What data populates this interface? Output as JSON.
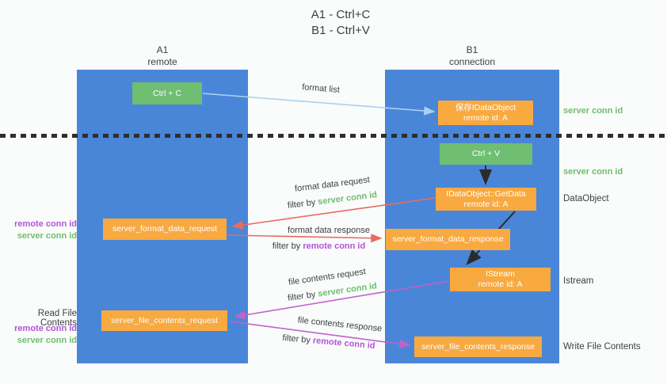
{
  "colors": {
    "bg": "#fafbfb",
    "column-blue": "#4a86d8",
    "box-green": "#6fbe72",
    "box-orange": "#f8a940",
    "arrow-blue": "#a8d2f0",
    "arrow-red": "#e76c60",
    "arrow-magenta": "#c062c9",
    "arrow-black": "#2b2b2b",
    "label-green": "#6cbf6e",
    "label-purple": "#b056d6",
    "text-dark": "#3d4043",
    "divider": "#2e2e2e"
  },
  "title": {
    "line1": "A1 - Ctrl+C",
    "line2": "B1 - Ctrl+V"
  },
  "lanes": {
    "left": {
      "id": "A1",
      "subtitle": "remote"
    },
    "right": {
      "id": "B1",
      "subtitle": "connection"
    }
  },
  "nodes": {
    "ctrl_c": {
      "label": "Ctrl + C"
    },
    "ctrl_v": {
      "label": "Ctrl + V"
    },
    "save_dataobject": {
      "line1": "保存IDataObject",
      "line2": "remote id: A"
    },
    "getdata": {
      "line1": "IDataObject::GetData",
      "line2": "remote id: A"
    },
    "istream": {
      "line1": "IStream",
      "line2": "remote id: A"
    },
    "server_format_data_request": {
      "label": "server_format_data_request"
    },
    "server_format_data_response": {
      "label": "server_format_data_response"
    },
    "server_file_contents_request": {
      "label": "server_file_contents_request"
    },
    "server_file_contents_response": {
      "label": "server_file_contents_response"
    }
  },
  "flow_labels": {
    "format_list": "format list",
    "format_data_request": "format data request",
    "format_data_response": "format data response",
    "file_contents_request": "file contents request",
    "file_contents_response": "file contents response",
    "filter_by": "filter by",
    "server_conn_id": "server conn id",
    "remote_conn_id": "remote conn id"
  },
  "margin_labels": {
    "left": {
      "format_remote_conn": "remote conn id",
      "format_server_conn": "server conn id",
      "read_file_contents": "Read File Contents",
      "file_remote_conn": "remote conn id",
      "file_server_conn": "server conn id"
    },
    "right": {
      "server_conn_top": "server conn id",
      "server_conn_mid": "server conn id",
      "dataobject": "DataObject",
      "istream": "Istream",
      "write_file_contents": "Write File Contents"
    }
  }
}
